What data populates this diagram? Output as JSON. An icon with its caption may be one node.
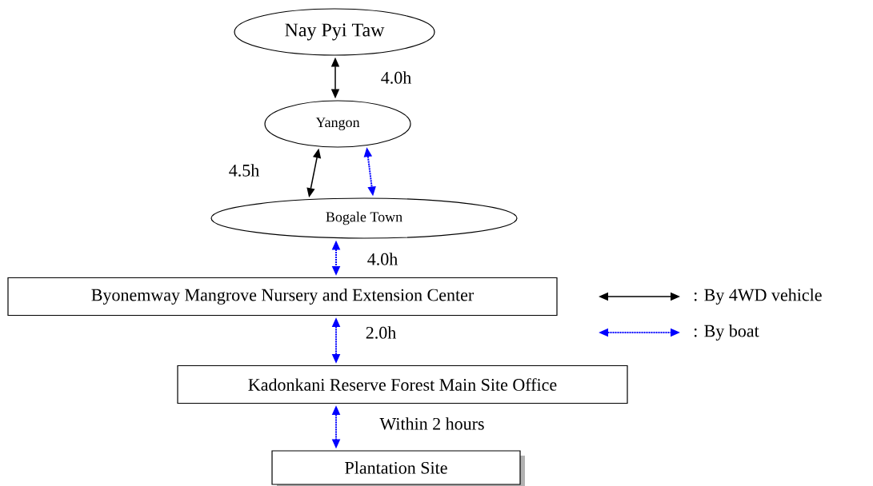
{
  "diagram": {
    "nodes": [
      {
        "text": [
          "Nay Pyi Taw"
        ]
      },
      {
        "text": [
          "Yangon"
        ]
      },
      {
        "text": [
          "Bogale Town"
        ]
      },
      {
        "text": [
          "Byonemway Mangrove Nursery and Extension Center"
        ]
      },
      {
        "text": [
          "Kadonkani Reserve Forest  Main Site Office"
        ]
      },
      {
        "text": [
          "Plantation Site"
        ]
      }
    ],
    "edges": [
      {
        "from": 0,
        "to": 1,
        "arrow": "both",
        "label": "4.0h",
        "color": "#000000"
      },
      {
        "from": 1,
        "to": 2,
        "arrow": "both",
        "label": "4.5h",
        "color": "#000000"
      },
      {
        "from": 1,
        "to": 2,
        "arrow": "both",
        "style": "dashed",
        "color": "#0000ff"
      },
      {
        "from": 2,
        "to": 3,
        "arrow": "both",
        "label": "4.0h",
        "style": "dashed",
        "color": "#0000ff"
      },
      {
        "from": 3,
        "to": 4,
        "arrow": "both",
        "label": "2.0h",
        "style": "dashed",
        "color": "#0000ff"
      },
      {
        "from": 4,
        "to": 5,
        "arrow": "both",
        "label": "Within 2 hours",
        "style": "dashed",
        "color": "#0000ff"
      }
    ],
    "legend": [
      {
        "text": ": By 4WD vehicle"
      },
      {
        "text": ": By boat"
      }
    ]
  }
}
